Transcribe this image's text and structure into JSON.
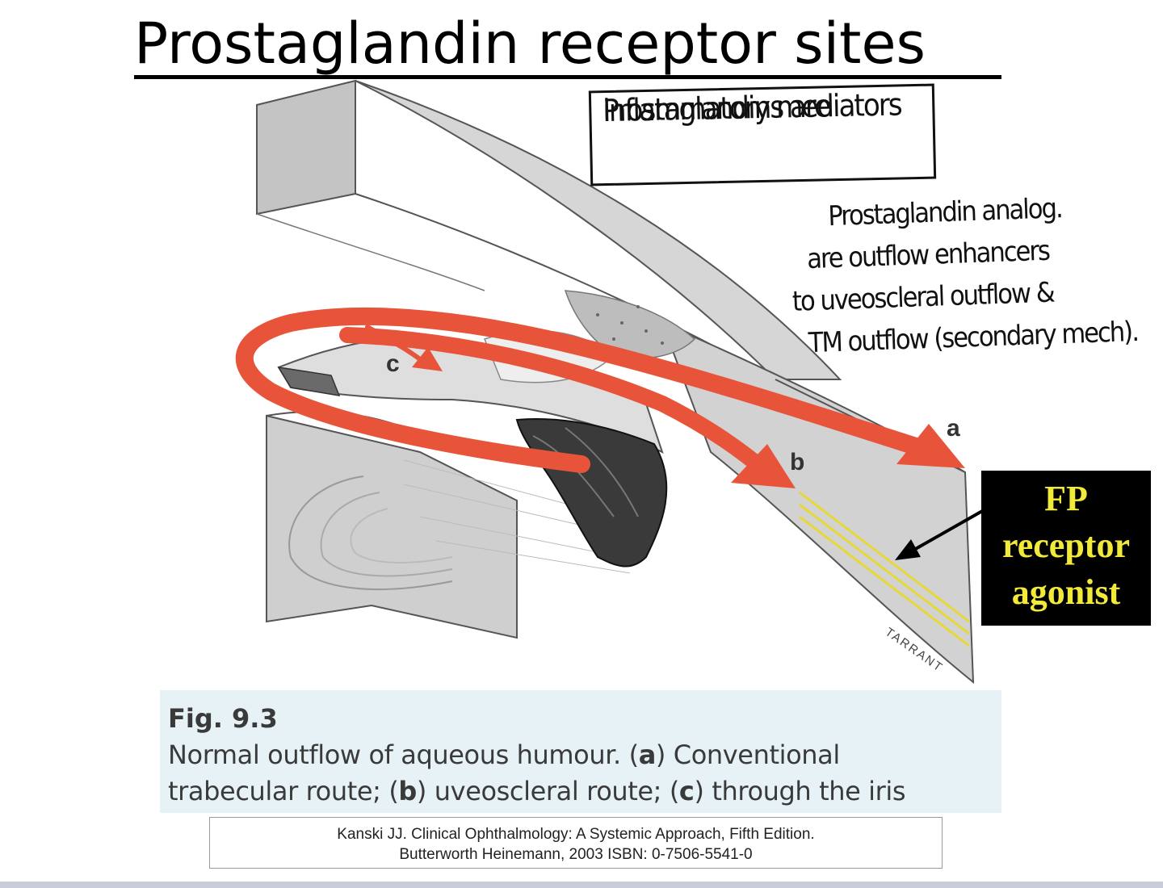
{
  "slide": {
    "title": "Prostaglandin receptor sites"
  },
  "notes": {
    "boxed": [
      "Prostaglandins are",
      "inflammatory mediators"
    ],
    "analog": [
      "Prostaglandin analog.",
      "are outflow enhancers",
      "to uveoscleral outflow &",
      "TM outflow (secondary mech)."
    ]
  },
  "diagram": {
    "labels": {
      "a": "a",
      "b": "b",
      "c": "c"
    },
    "callout": [
      "FP",
      "receptor",
      "agonist"
    ],
    "signature": "TARRANT",
    "colors": {
      "arrow": "#e8543a",
      "callout_bg": "#000000",
      "callout_text": "#f2ea3a",
      "trabecular_lines": "#e6d83a"
    }
  },
  "caption": {
    "fig": "Fig. 9.3",
    "line1_pre": "Normal outflow of aqueous humour. (",
    "line1_a": "a",
    "line1_post": ") Conventional",
    "line2_pre": "trabecular route; (",
    "line2_b": "b",
    "line2_mid": ") uveoscleral route; (",
    "line2_c": "c",
    "line2_post": ") through the iris"
  },
  "citation": {
    "line1": "Kanski JJ. Clinical Ophthalmology: A Systemic Approach, Fifth Edition.",
    "line2": "Butterworth Heinemann, 2003 ISBN: 0-7506-5541-0"
  }
}
